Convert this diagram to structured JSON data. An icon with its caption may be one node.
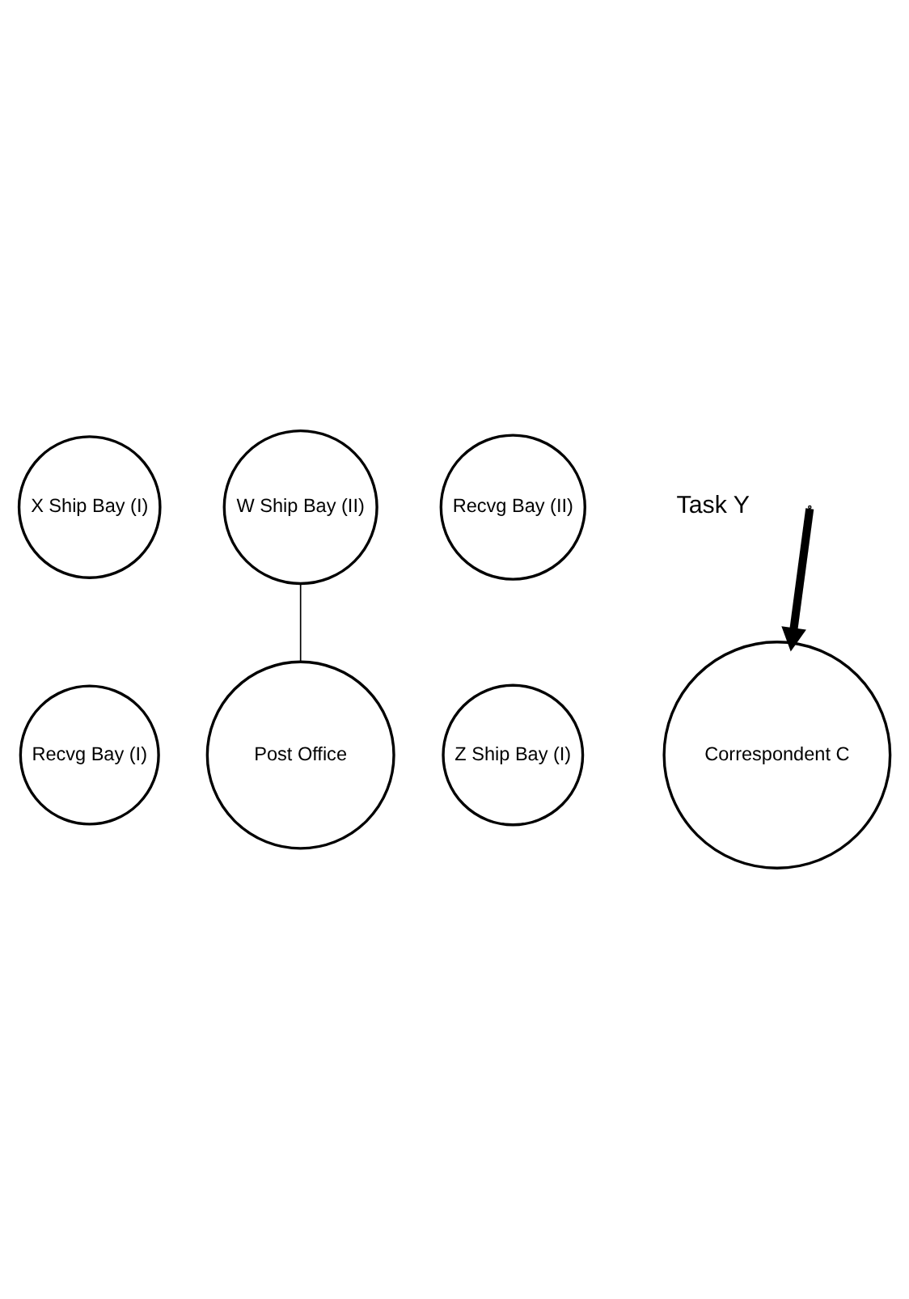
{
  "diagram": {
    "nodes": [
      {
        "text": [
          "X Ship Bay (I)"
        ]
      },
      {
        "text": [
          "W Ship Bay (II)"
        ]
      },
      {
        "text": [
          "Recvg Bay (II)"
        ]
      },
      {
        "text": [
          "Recvg Bay (I)"
        ]
      },
      {
        "text": [
          "Post Office"
        ]
      },
      {
        "text": [
          "Z Ship Bay (I)"
        ]
      },
      {
        "text": [
          "Correspondent C"
        ]
      }
    ],
    "edges": [
      {
        "from": 1,
        "to": 4,
        "arrow": "none"
      },
      {
        "from": null,
        "to": 6,
        "arrow": "to",
        "style": "thick"
      }
    ],
    "labels": [
      "Task Y"
    ]
  }
}
